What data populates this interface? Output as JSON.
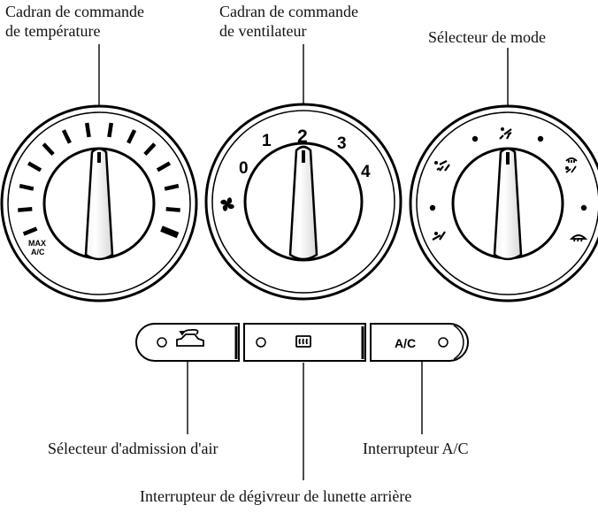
{
  "labels": {
    "temperature_dial": [
      "Cadran de commande",
      "de température"
    ],
    "fan_dial": [
      "Cadran de commande",
      "de ventilateur"
    ],
    "mode_selector": "Sélecteur de mode",
    "air_intake": "Sélecteur d'admission d'air",
    "ac_switch": "Interrupteur A/C",
    "rear_defrost": "Interrupteur de dégivreur de lunette arrière"
  },
  "fan_dial": {
    "speeds": [
      "0",
      "1",
      "2",
      "3",
      "4"
    ]
  },
  "temperature_dial": {
    "max_ac_text": [
      "MAX",
      "A/C"
    ]
  },
  "buttons": {
    "ac_label": "A/C"
  },
  "icons": {
    "fan": "fan-icon",
    "recirculation": "car-recirculation-icon",
    "rear_defrost": "rear-defrost-icon",
    "face_vent": "face-vent-icon",
    "bilevel_vent": "bilevel-vent-icon",
    "floor_vent": "floor-vent-icon",
    "floor_defrost": "floor-defrost-icon",
    "defrost": "defrost-icon"
  }
}
